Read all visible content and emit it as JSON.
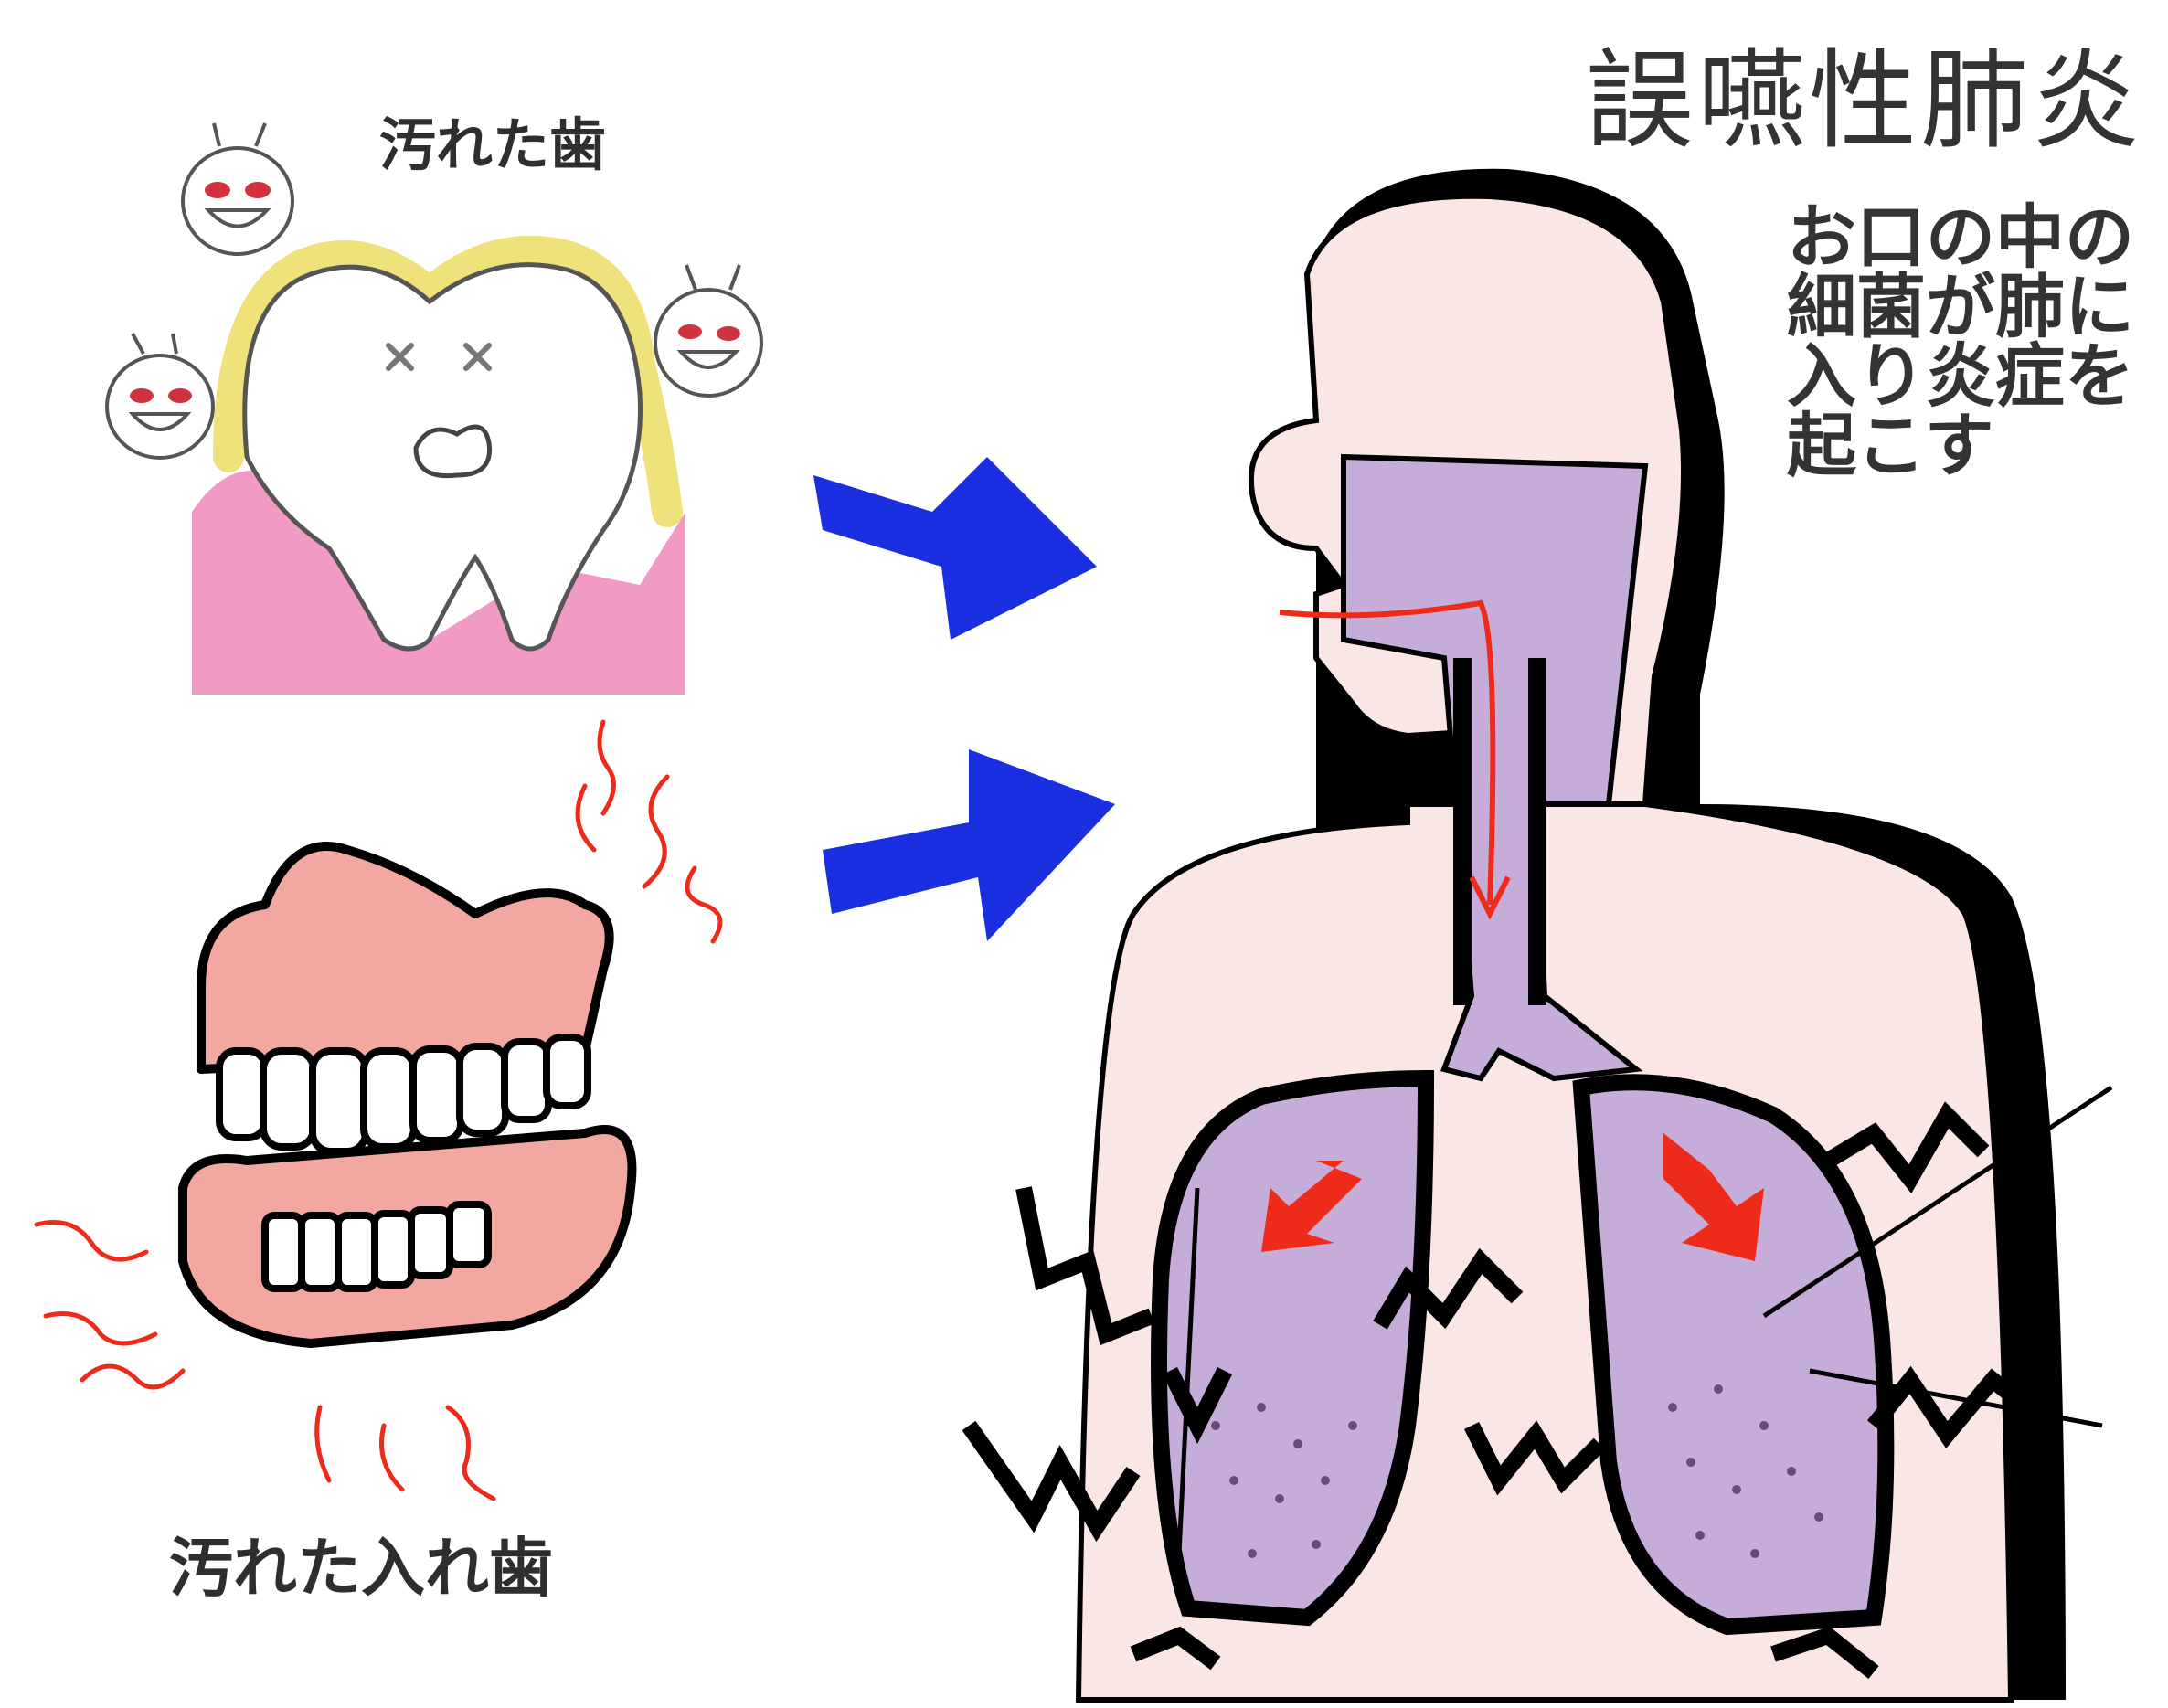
{
  "title": "誤嚥性肺炎",
  "labels": {
    "dirty_teeth": "汚れた歯",
    "dirty_dentures": "汚れた入れ歯"
  },
  "explanation_lines": [
    "お口の中の",
    "細菌が肺に",
    "入り炎症を",
    "起こす"
  ],
  "colors": {
    "arrow": "#1a2fe0",
    "gum_pink": "#f29ac6",
    "plaque_yellow": "#efe27a",
    "body_fill": "#fbe6e6",
    "airway_lung_fill": "#c6acd8",
    "bacteria_red": "#ee2a1a",
    "denture_gum": "#f2a7a0",
    "outline": "#000000"
  },
  "icons": [
    "tooth-icon",
    "bacteria-icon",
    "denture-icon",
    "arrow-icon",
    "lung-icon",
    "airway-icon"
  ]
}
